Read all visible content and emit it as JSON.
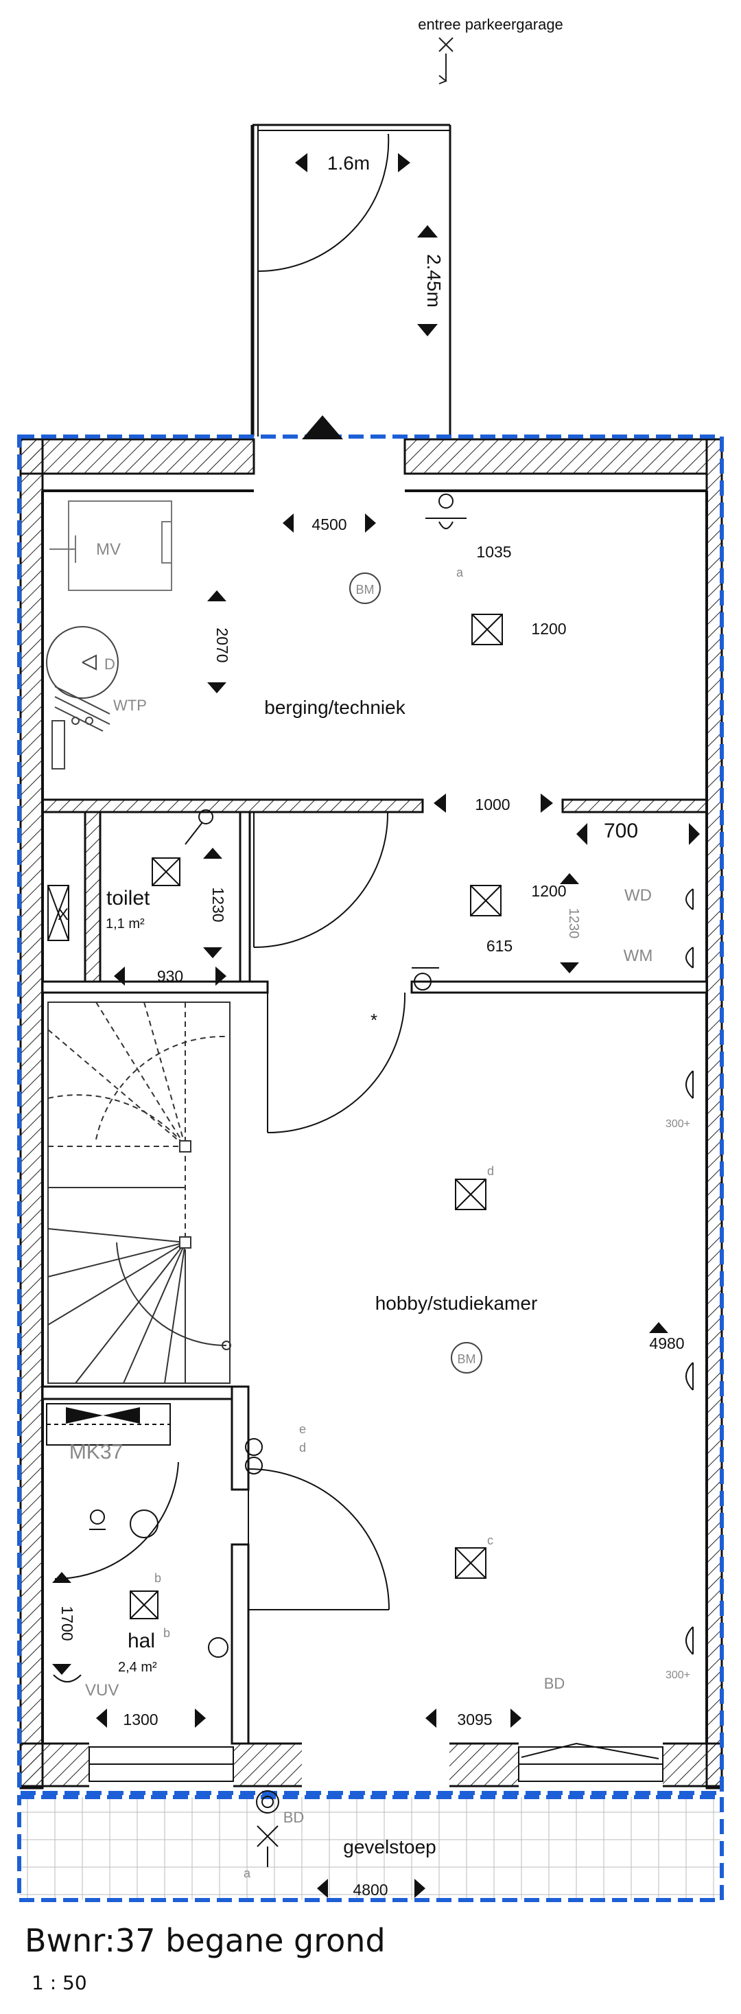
{
  "labels": {
    "garage_entry": "entree parkeergarage",
    "garage_width": "1.6m",
    "garage_depth": "2.45m",
    "dim_4500": "4500",
    "dim_1035": "1035",
    "dim_1200_top": "1200",
    "dim_2070": "2070",
    "mv": "MV",
    "wtp": "WTP",
    "d_heater": "D",
    "bm_top": "BM",
    "room_storage": "berging/techniek",
    "dim_1000": "1000",
    "dim_700": "700",
    "toilet": "toilet",
    "toilet_area": "1,1 m²",
    "dim_1230_toilet": "1230",
    "dim_930": "930",
    "dim_1200_mid": "1200",
    "dim_615": "615",
    "dim_1230_right": "1230",
    "wd": "WD",
    "wm": "WM",
    "room_hobby": "hobby/studiekamer",
    "dim_4980": "4980",
    "bm_mid": "BM",
    "outlet_300_upper": "300+",
    "outlet_300_lower": "300+",
    "mk37": "MK37",
    "hal": "hal",
    "hal_area": "2,4 m²",
    "dim_1700": "1700",
    "dim_1300": "1300",
    "vuv": "VUV",
    "dim_3095": "3095",
    "bd_window": "BD",
    "bd_outside": "BD",
    "facade_pavement": "gevelstoep",
    "dim_4800": "4800",
    "letter_a1": "a",
    "letter_a2": "a",
    "letter_b1": "b",
    "letter_b2": "b",
    "letter_c": "c",
    "letter_d1": "d",
    "letter_d2": "d",
    "letter_e": "e"
  },
  "caption": "Bwnr:37 begane grond",
  "scale": "1 : 50"
}
